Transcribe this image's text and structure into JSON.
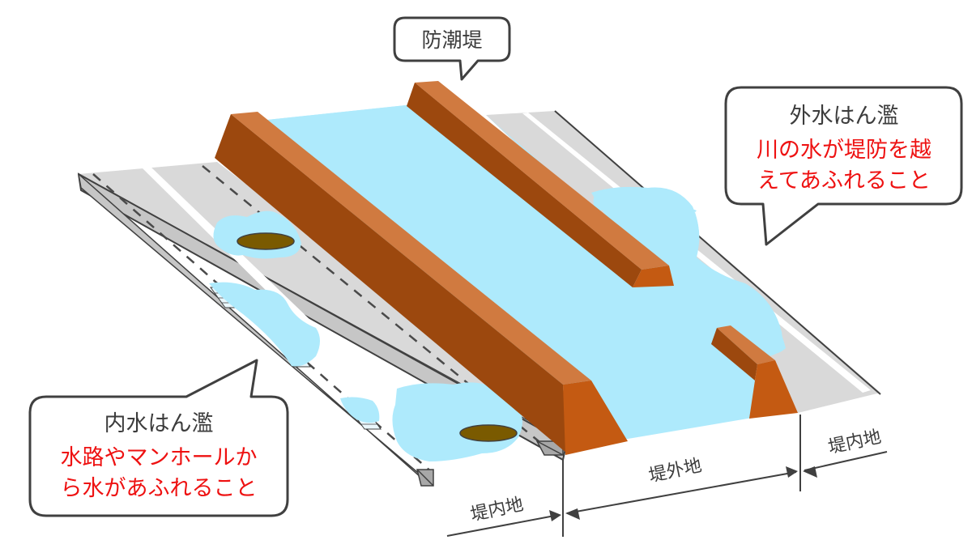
{
  "diagram": {
    "subject": "internal vs external flooding (levee cross-section)",
    "colors": {
      "water": "#aeeafc",
      "road": "#d9d9d9",
      "road_side": "#c6c6c6",
      "levee_top": "#d07a40",
      "levee_side": "#9c480e",
      "levee_end": "#c45a12",
      "manhole": "#7a5a00",
      "bubble_border": "#404040",
      "title_text": "#3c3c3c",
      "red_text": "#ee1111"
    }
  },
  "callouts": {
    "levee": {
      "title": "防潮堤"
    },
    "external_flood": {
      "title": "外水はん濫",
      "desc_line1": "川の水が堤防を越",
      "desc_line2": "えてあふれること"
    },
    "internal_flood": {
      "title": "内水はん濫",
      "desc_line1": "水路やマンホールか",
      "desc_line2": "ら水があふれること"
    }
  },
  "zones": {
    "left_inner": "堤内地",
    "outer": "堤外地",
    "right_inner": "堤内地"
  }
}
